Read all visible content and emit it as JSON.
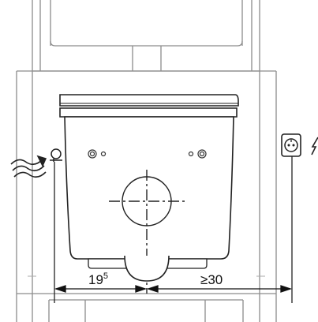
{
  "diagram": {
    "dimension_left_value": "19",
    "dimension_left_superscript": "5",
    "dimension_right_value": "≥30",
    "icons": [
      "water-supply-icon",
      "power-socket-icon",
      "lightning-bolt-icon"
    ],
    "colors": {
      "line": "#2b2b2b",
      "light_line": "#9a9a9a",
      "background": "#ffffff"
    }
  }
}
